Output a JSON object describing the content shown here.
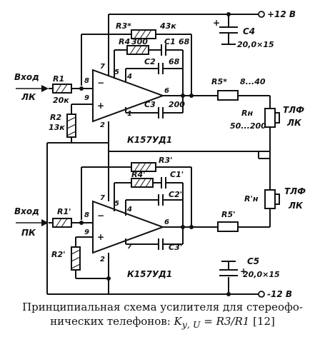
{
  "components": {
    "r1": {
      "name": "R1",
      "value": "20к"
    },
    "r2": {
      "name": "R2",
      "value": "13к"
    },
    "r3": {
      "name": "R3*",
      "value": "43к"
    },
    "r4": {
      "name": "R4",
      "value": "300"
    },
    "c1": {
      "name": "C1",
      "value": "68"
    },
    "c2": {
      "name": "C2",
      "value": "68"
    },
    "c3": {
      "name": "C3",
      "value": "200"
    },
    "c4": {
      "name": "C4",
      "value": "20,0×15"
    },
    "c5": {
      "name": "C5",
      "value": "20,0×15"
    },
    "r5": {
      "name": "R5*",
      "value": "8...40"
    },
    "rh": {
      "name": "Rн",
      "value": "50...200"
    },
    "rh2": {
      "name": "R'н"
    },
    "r1b": {
      "name": "R1'"
    },
    "r2b": {
      "name": "R2'"
    },
    "r3b": {
      "name": "R3'"
    },
    "r4b": {
      "name": "R4'"
    },
    "c1b": {
      "name": "C1'"
    },
    "c2b": {
      "name": "C2'"
    },
    "c3b": {
      "name": "C3'"
    },
    "r5b": {
      "name": "R5'"
    }
  },
  "opamps": {
    "top": {
      "label": "К157УД1",
      "minus": "−",
      "plus": "+",
      "pins": {
        "p7": "7",
        "p8": "8",
        "p9": "9",
        "p5": "5",
        "p4": "4",
        "p6": "6",
        "p1": "1",
        "p2": "2"
      }
    },
    "bottom": {
      "label": "К157УД1",
      "minus": "−",
      "plus": "+",
      "pins": {
        "p7": "7",
        "p8": "8",
        "p9": "9",
        "p5": "5",
        "p4": "4",
        "p6": "6",
        "p1": "7",
        "p2": "2"
      }
    }
  },
  "inputs": {
    "top": {
      "line1": "Вход",
      "line2": "ЛК"
    },
    "bottom": {
      "line1": "Вход",
      "line2": "ПК"
    }
  },
  "phones": {
    "left": {
      "line1": "ТЛФ",
      "line2": "ЛК"
    },
    "right": {
      "line1": "ТЛФ",
      "line2": "ЛК"
    }
  },
  "supply": {
    "positive": "+12 В",
    "negative": "-12 В"
  },
  "caption": {
    "line1": "Принципиальная схема усилителя для стереофо-",
    "line2_pre": "нических телефонов:",
    "formula_pre": "K",
    "formula_sub": "у, U",
    "formula_post": " = R3/R1",
    "reference": "[12]"
  },
  "polarity": {
    "plus": "+"
  }
}
